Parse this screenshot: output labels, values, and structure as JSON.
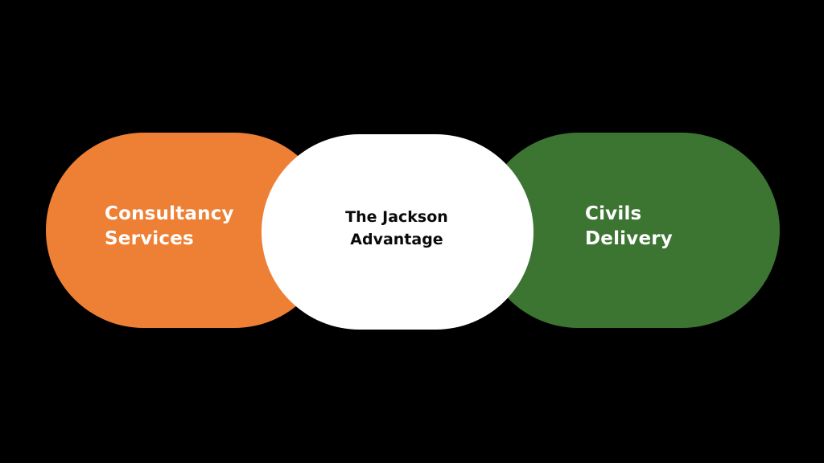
{
  "diagram": {
    "background_color": "#000000",
    "nodes": [
      {
        "id": "left",
        "label_line1": "Consultancy",
        "label_line2": "Services",
        "fill_color": "#EE8035",
        "text_color": "#FFFFFF"
      },
      {
        "id": "center",
        "label_line1": "The Jackson",
        "label_line2": "Advantage",
        "fill_color": "#FFFFFF",
        "text_color": "#0A0A0A"
      },
      {
        "id": "right",
        "label_line1": "Civils",
        "label_line2": "Delivery",
        "fill_color": "#3C7432",
        "text_color": "#FFFFFF"
      }
    ]
  }
}
